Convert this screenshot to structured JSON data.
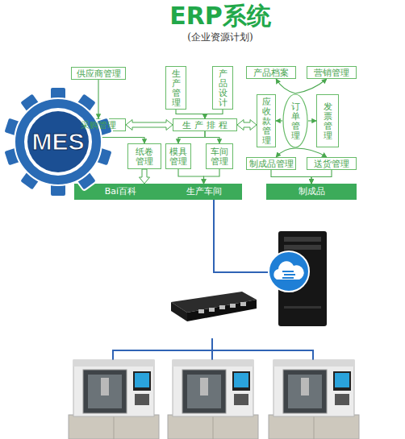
{
  "diagram": {
    "title": "ERP系统",
    "nodes": [
      {
        "text": [
          "供应商管理"
        ]
      },
      {
        "text": [
          "生产管理"
        ]
      },
      {
        "text": [
          "产品设计"
        ]
      },
      {
        "text": [
          "产品档案"
        ]
      },
      {
        "text": [
          "营销管理"
        ]
      },
      {
        "text": [
          "MES"
        ]
      },
      {
        "text": [
          "采购管理"
        ]
      },
      {
        "text": [
          "生产排程"
        ]
      },
      {
        "text": [
          "应收款管理"
        ]
      },
      {
        "text": [
          "订单管理"
        ]
      },
      {
        "text": [
          "发票管理"
        ]
      },
      {
        "text": [
          "纸卷管理"
        ]
      },
      {
        "text": [
          "模具管理"
        ]
      },
      {
        "text": [
          "车间管理"
        ]
      },
      {
        "text": [
          "制成品管理"
        ]
      },
      {
        "text": [
          "送货管理"
        ]
      },
      {
        "text": [
          "Bai百科"
        ]
      },
      {
        "text": [
          "生产车间"
        ]
      },
      {
        "text": [
          "制成品"
        ]
      }
    ],
    "edges": [
      {
        "from": 0,
        "to": 6,
        "arrow": "to"
      },
      {
        "from": 6,
        "to": 7,
        "arrow": "both"
      },
      {
        "from": 7,
        "to": 8,
        "arrow": "both"
      },
      {
        "from": 1,
        "to": 7,
        "arrow": "to"
      },
      {
        "from": 2,
        "to": 7,
        "arrow": "to"
      },
      {
        "from": 7,
        "to": 12,
        "arrow": "to"
      },
      {
        "from": 7,
        "to": 13,
        "arrow": "to"
      },
      {
        "from": 6,
        "to": 11,
        "arrow": "to"
      },
      {
        "from": 11,
        "to": 16,
        "arrow": "to"
      },
      {
        "from": 12,
        "to": 17,
        "arrow": "to"
      },
      {
        "from": 13,
        "to": 17,
        "arrow": "to"
      },
      {
        "from": 9,
        "to": 3,
        "arrow": "to"
      },
      {
        "from": 9,
        "to": 4,
        "arrow": "to"
      },
      {
        "from": 9,
        "to": 8,
        "arrow": "to"
      },
      {
        "from": 9,
        "to": 10,
        "arrow": "to"
      },
      {
        "from": 9,
        "to": 14,
        "arrow": "to"
      },
      {
        "from": 9,
        "to": 15,
        "arrow": "to"
      },
      {
        "from": 14,
        "to": 18,
        "arrow": "to"
      },
      {
        "from": 15,
        "to": 18,
        "arrow": "to"
      }
    ],
    "labels": [
      "(企业资源计划)"
    ]
  }
}
